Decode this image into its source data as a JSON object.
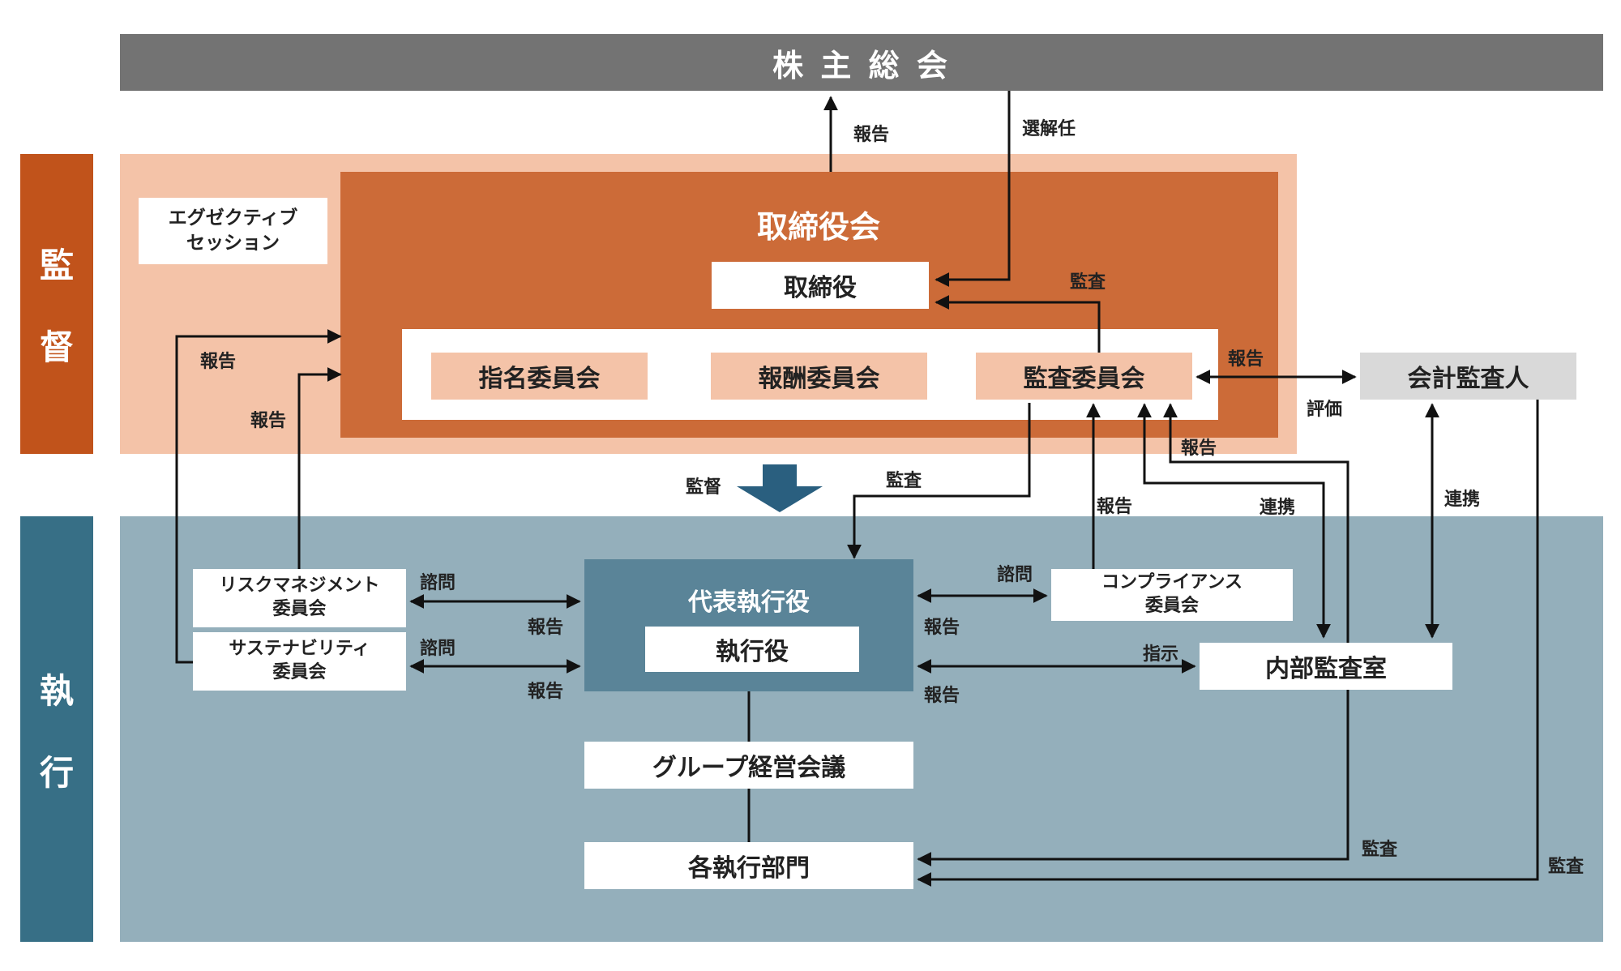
{
  "top": {
    "agm": "株 主 総 会"
  },
  "side": {
    "supervision": [
      "監",
      "督"
    ],
    "execution": [
      "執",
      "行"
    ]
  },
  "board": {
    "title": "取締役会",
    "directors": "取締役",
    "committees": [
      "指名委員会",
      "報酬委員会",
      "監査委員会"
    ]
  },
  "exec_session": [
    "エグゼクティブ",
    "セッション"
  ],
  "accounting_auditor": "会計監査人",
  "executive": {
    "title": "代表執行役",
    "officers": "執行役"
  },
  "group_meeting": "グループ経営会議",
  "departments": "各執行部門",
  "risk_committee": [
    "リスクマネジメント",
    "委員会"
  ],
  "sustainability_committee": [
    "サステナビリティ",
    "委員会"
  ],
  "compliance_committee": [
    "コンプライアンス",
    "委員会"
  ],
  "internal_audit": "内部監査室",
  "labels": {
    "report": "報告",
    "elect": "選解任",
    "audit": "監査",
    "evaluate": "評価",
    "supervise": "監督",
    "collaborate": "連携",
    "consult": "諮問",
    "instruct": "指示"
  },
  "colors": {
    "agm_bg": "#737373",
    "supervision_side": "#c1531b",
    "supervision_band": "#f4c3a8",
    "board_bg": "#cc6b38",
    "committee_bg": "#f4c3a8",
    "execution_side": "#376f86",
    "execution_band": "#94afbb",
    "executive_bg": "#5a8498",
    "supervise_arrow": "#2a5f7f",
    "auditor_bg": "#d9d9d9"
  }
}
